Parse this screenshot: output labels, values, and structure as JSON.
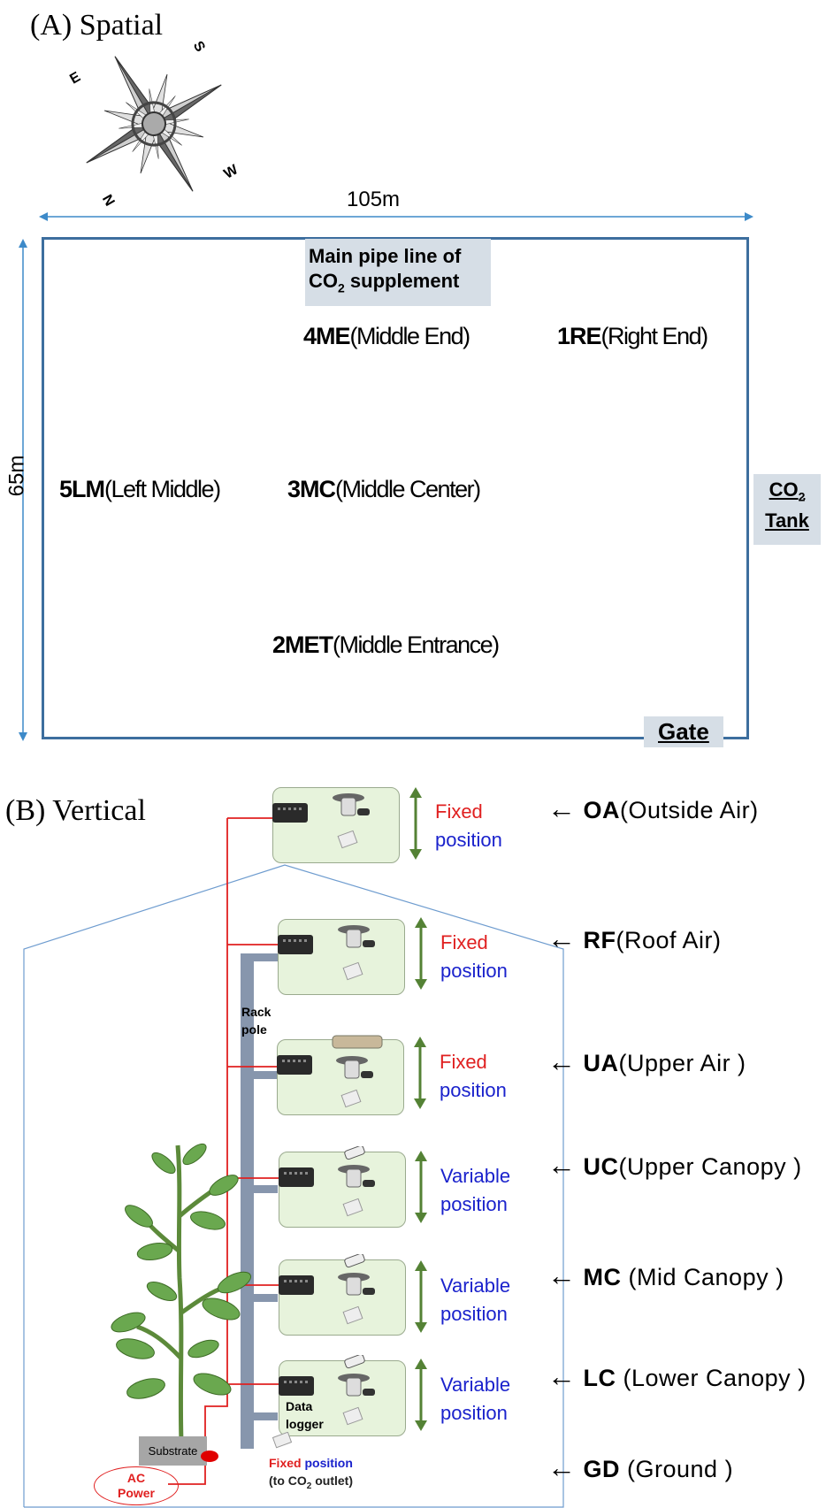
{
  "spatial": {
    "title": "(A) Spatial",
    "compass": {
      "s": "S",
      "e": "E",
      "w": "W",
      "n": "N"
    },
    "width_label": "105m",
    "height_label": "65m",
    "pipe_label_line1": "Main pipe line of",
    "pipe_label_co": "CO",
    "pipe_label_sub": "2",
    "pipe_label_rest": " supplement",
    "tank_co": "CO",
    "tank_sub": "2",
    "tank_word": "Tank",
    "gate": "Gate",
    "sites": [
      {
        "code": "4ME",
        "name": "(Middle End)"
      },
      {
        "code": "1RE",
        "name": "(Right End)"
      },
      {
        "code": "5LM",
        "name": "(Left Middle)"
      },
      {
        "code": "3MC",
        "name": "(Middle Center)"
      },
      {
        "code": "2MET",
        "name": "(Middle Entrance)"
      }
    ]
  },
  "vertical": {
    "title": "(B) Vertical",
    "rack_pole": [
      "Rack",
      "pole"
    ],
    "data_logger": [
      "Data",
      "logger"
    ],
    "substrate": "Substrate",
    "ac_power": [
      "AC",
      "Power"
    ],
    "ground_fixed": "Fixed",
    "ground_position": " position",
    "ground_note_pre": "(to CO",
    "ground_note_sub": "2",
    "ground_note_post": " outlet)",
    "levels": [
      {
        "code": "OA",
        "name": "(Outside Air)",
        "mode": "Fixed",
        "pos": "position"
      },
      {
        "code": "RF",
        "name": "(Roof Air)",
        "mode": "Fixed",
        "pos": "position"
      },
      {
        "code": "UA",
        "name": "(Upper Air )",
        "mode": "Fixed",
        "pos": "position"
      },
      {
        "code": "UC",
        "name": "(Upper Canopy )",
        "mode": "Variable",
        "pos": "position"
      },
      {
        "code": "MC",
        "name": " (Mid Canopy )",
        "mode": "Variable",
        "pos": "position"
      },
      {
        "code": "LC",
        "name": " (Lower Canopy )",
        "mode": "Variable",
        "pos": "position"
      },
      {
        "code": "GD",
        "name": " (Ground )"
      }
    ],
    "arrow_glyph": "←"
  },
  "colors": {
    "field_border": "#3d6e9e",
    "label_bg": "#d6dee6",
    "sensor_box": "#e7f3dc",
    "cable": "#e02020",
    "pole": "#8796ad",
    "arrow_green": "#548235",
    "fixed_red": "#e02020",
    "position_blue": "#1a22cc"
  }
}
